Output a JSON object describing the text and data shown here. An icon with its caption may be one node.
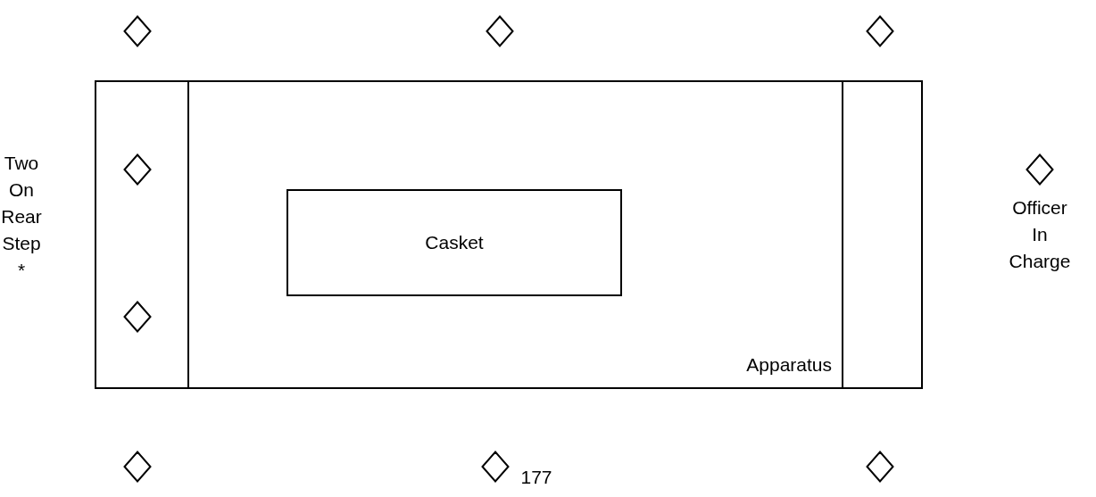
{
  "diagram": {
    "nodes": [
      {
        "text": [],
        "shape": "diamond"
      },
      {
        "text": [],
        "shape": "diamond"
      },
      {
        "text": [],
        "shape": "diamond"
      },
      {
        "text": [
          "Apparatus"
        ]
      },
      {
        "text": [],
        "shape": "box",
        "in": 3
      },
      {
        "text": [],
        "shape": "diamond",
        "in": 4
      },
      {
        "text": [],
        "shape": "diamond",
        "in": 4
      },
      {
        "text": [
          "Casket"
        ],
        "in": 3
      },
      {
        "text": [],
        "shape": "box",
        "in": 3
      },
      {
        "text": [],
        "shape": "diamond",
        "beside": [
          "Officer In Charge"
        ]
      },
      {
        "text": [],
        "shape": "diamond"
      },
      {
        "text": [],
        "shape": "diamond"
      },
      {
        "text": [],
        "shape": "diamond"
      }
    ],
    "edges": [],
    "labels": [
      "Two On Rear Step *",
      "177"
    ]
  }
}
